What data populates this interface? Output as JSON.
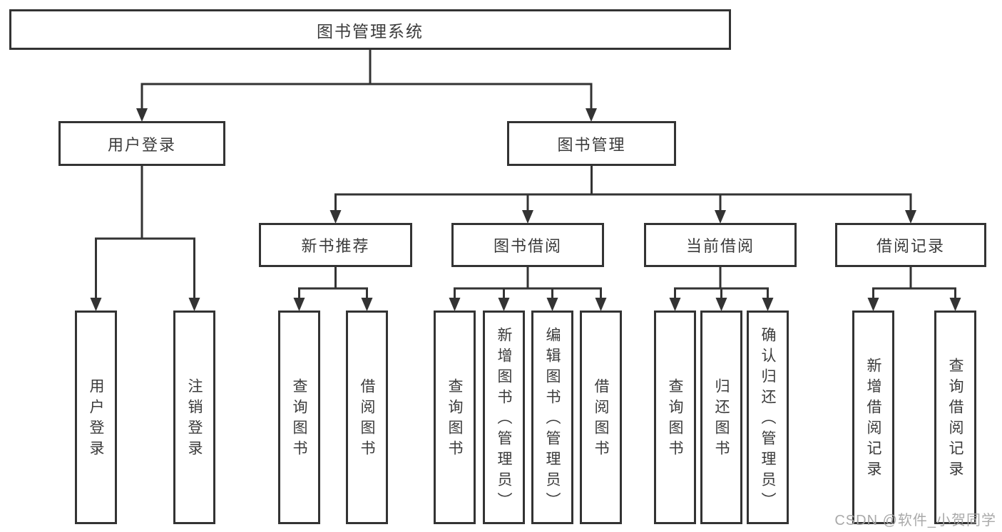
{
  "tree": {
    "label": "图书管理系统",
    "children": [
      {
        "label": "用户登录",
        "children": [
          {
            "label": "用户登录"
          },
          {
            "label": "注销登录"
          }
        ]
      },
      {
        "label": "图书管理",
        "children": [
          {
            "label": "新书推荐",
            "children": [
              {
                "label": "查询图书"
              },
              {
                "label": "借阅图书"
              }
            ]
          },
          {
            "label": "图书借阅",
            "children": [
              {
                "label": "查询图书"
              },
              {
                "label": "新增图书（管理员）"
              },
              {
                "label": "编辑图书（管理员）"
              },
              {
                "label": "借阅图书"
              }
            ]
          },
          {
            "label": "当前借阅",
            "children": [
              {
                "label": "查询图书"
              },
              {
                "label": "归还图书"
              },
              {
                "label": "确认归还（管理员）"
              }
            ]
          },
          {
            "label": "借阅记录",
            "children": [
              {
                "label": "新增借阅记录"
              },
              {
                "label": "查询借阅记录"
              }
            ]
          }
        ]
      }
    ]
  },
  "watermark": {
    "text": "CSDN @软件_小贺同学"
  },
  "colors": {
    "line": "#333333",
    "text": "#3b3b3b",
    "background": "#ffffff",
    "watermark": "#a5a5a5"
  }
}
